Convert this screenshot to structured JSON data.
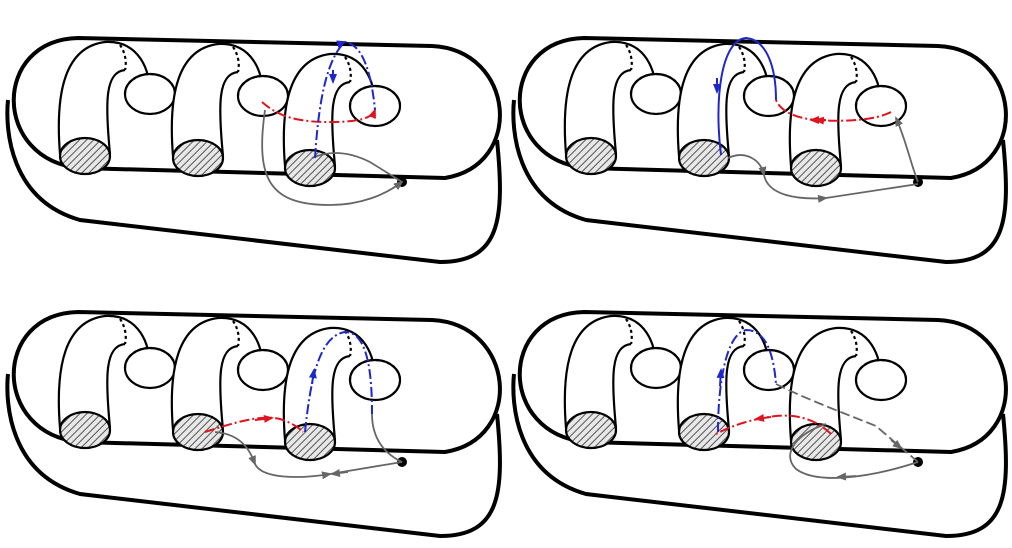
{
  "figure": {
    "description_visible_text": "",
    "panels": [
      {
        "id": "top-left",
        "handles": 3,
        "shaded_feet": 3
      },
      {
        "id": "top-right",
        "handles": 3,
        "shaded_feet": 3
      },
      {
        "id": "bottom-left",
        "handles": 3,
        "shaded_feet": 3
      },
      {
        "id": "bottom-right",
        "handles": 3,
        "shaded_feet": 3
      }
    ],
    "colors": {
      "outline": "#000000",
      "base_path": "#666666",
      "red_path": "#e0141e",
      "blue_path": "#1e28c8",
      "hatch": "#555555",
      "background": "#ffffff"
    }
  }
}
